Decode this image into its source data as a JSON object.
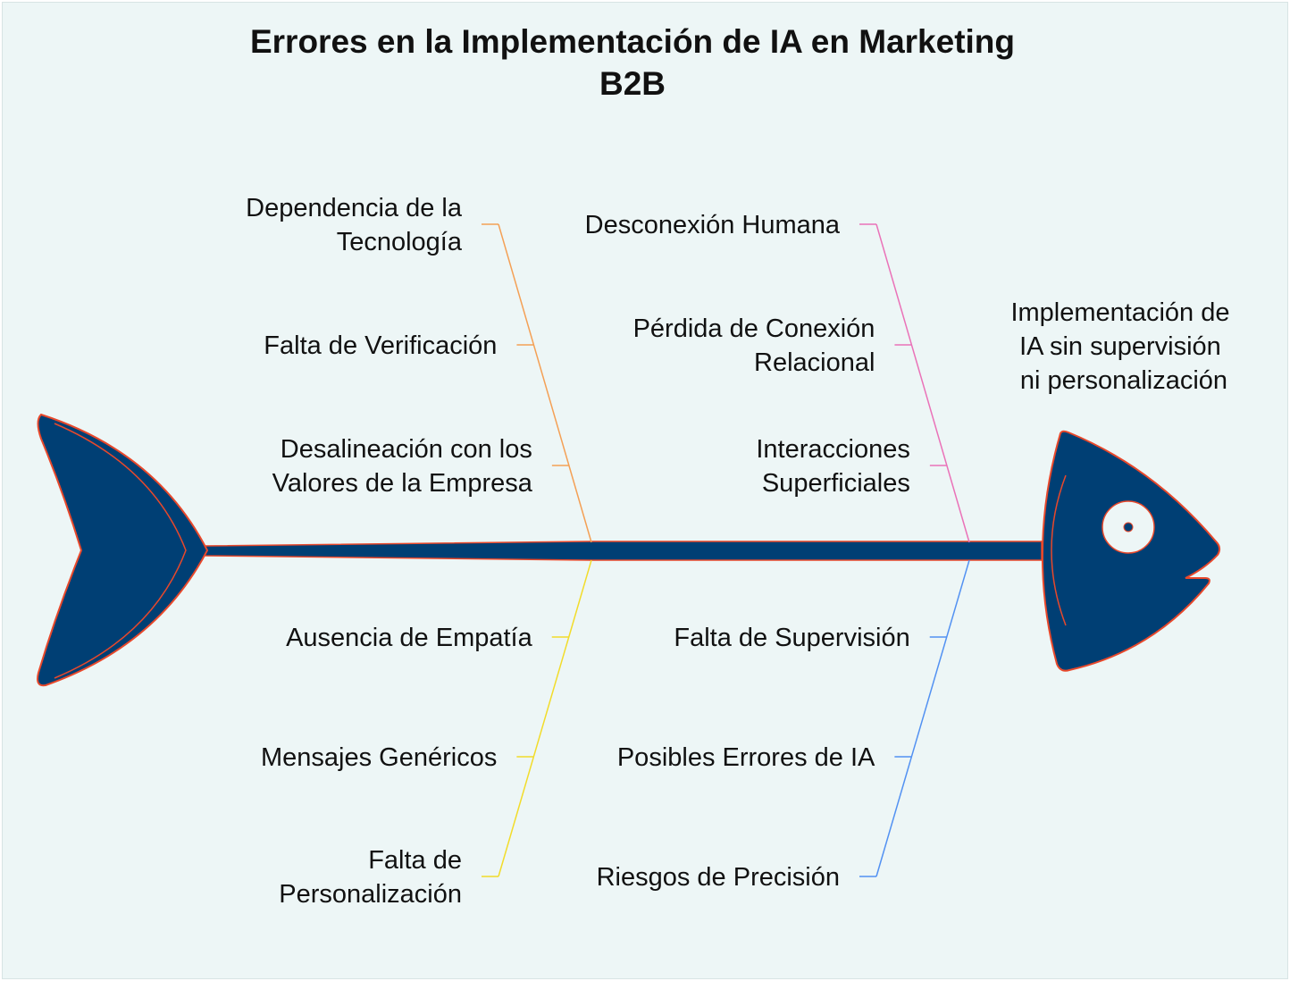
{
  "title": [
    "Errores en la Implementación de IA en Marketing",
    "B2B"
  ],
  "effect": [
    "Implementación de",
    "IA sin supervisión",
    "ni personalización"
  ],
  "colors": {
    "orange": "#f4a055",
    "yellow": "#f2dc2a",
    "pink": "#ea72b8",
    "blue": "#5291f2",
    "fish": "#003f74",
    "outline": "#e8482b"
  },
  "branches": {
    "top_left": {
      "color": "#f4a055",
      "causes": [
        {
          "lines": [
            "Dependencia de la",
            "Tecnología"
          ]
        },
        {
          "lines": [
            "Falta de Verificación"
          ]
        },
        {
          "lines": [
            "Desalineación con los",
            "Valores de la Empresa"
          ]
        }
      ]
    },
    "bottom_left": {
      "color": "#f2dc2a",
      "causes": [
        {
          "lines": [
            "Ausencia de Empatía"
          ]
        },
        {
          "lines": [
            "Mensajes Genéricos"
          ]
        },
        {
          "lines": [
            "Falta de",
            "Personalización"
          ]
        }
      ]
    },
    "top_right": {
      "color": "#ea72b8",
      "causes": [
        {
          "lines": [
            "Desconexión Humana"
          ]
        },
        {
          "lines": [
            "Pérdida de Conexión",
            "Relacional"
          ]
        },
        {
          "lines": [
            "Interacciones",
            "Superficiales"
          ]
        }
      ]
    },
    "bottom_right": {
      "color": "#5291f2",
      "causes": [
        {
          "lines": [
            "Falta de Supervisión"
          ]
        },
        {
          "lines": [
            "Posibles Errores de IA"
          ]
        },
        {
          "lines": [
            "Riesgos de Precisión"
          ]
        }
      ]
    }
  }
}
